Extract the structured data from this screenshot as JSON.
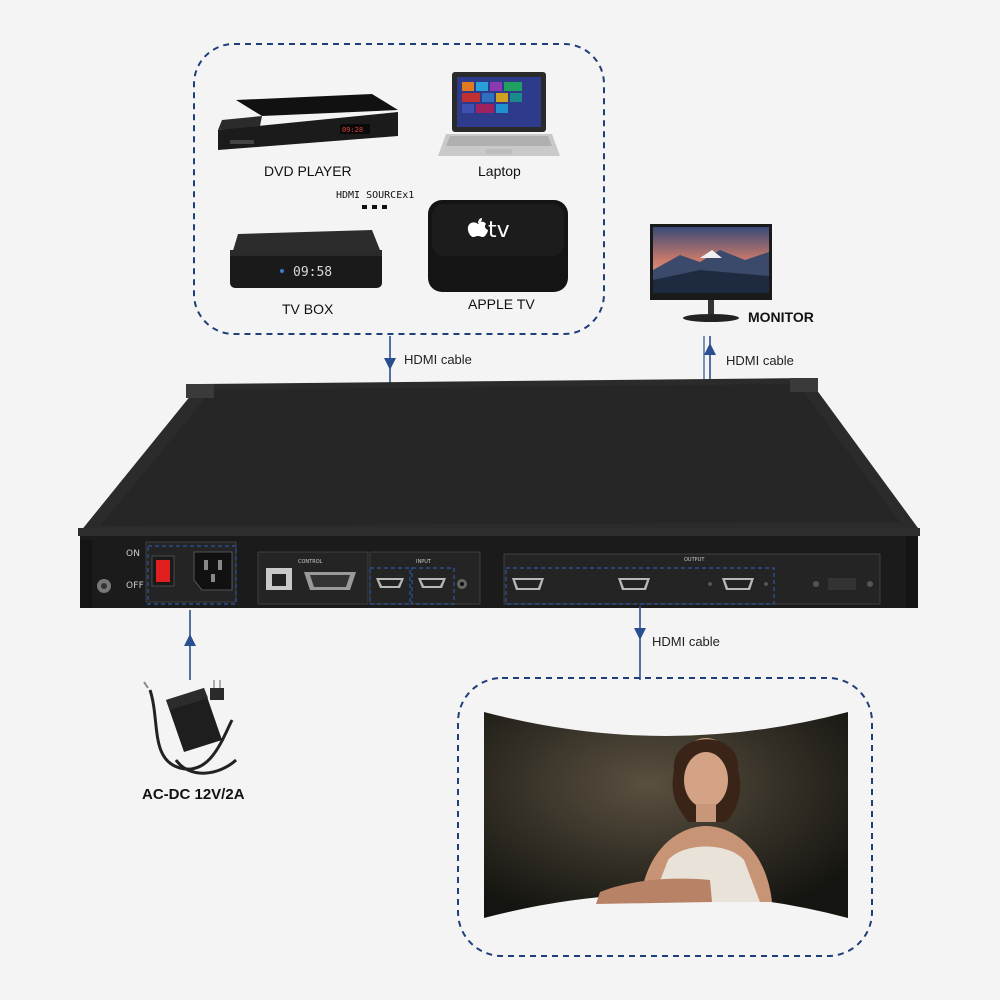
{
  "sources": {
    "dvd_label": "DVD PLAYER",
    "dvd_display": "09:28",
    "laptop_label": "Laptop",
    "tvbox_label": "TV BOX",
    "tvbox_display": "09:58",
    "appletv_label": "APPLE TV",
    "appletv_logo_text": "tv",
    "group_label": "HDMI SOURCEx1"
  },
  "monitor": {
    "label": "MONITOR"
  },
  "cables": {
    "source_cable": "HDMI cable",
    "monitor_cable": "HDMI cable",
    "output_cable": "HDMI cable"
  },
  "power": {
    "label": "AC-DC 12V/2A"
  },
  "colors": {
    "dash_border": "#1f3f7a",
    "arrow": "#2a4f8f",
    "device_body": "#1b1b1b"
  }
}
